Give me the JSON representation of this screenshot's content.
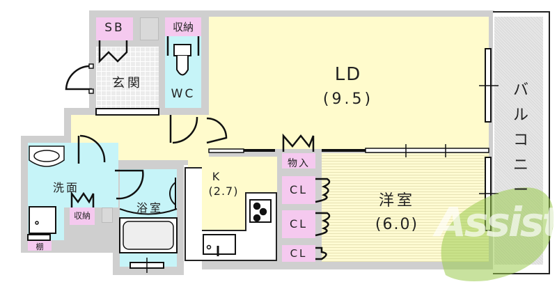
{
  "floorplan": {
    "rooms": {
      "ld": {
        "name": "LD",
        "size": "(9.5)"
      },
      "kitchen": {
        "name": "K",
        "size": "(2.7)"
      },
      "western_room": {
        "name": "洋室",
        "size": "(6.0)"
      },
      "entrance": {
        "name": "玄関"
      },
      "wc": {
        "name": "WC"
      },
      "washroom": {
        "name": "洗面"
      },
      "bathroom": {
        "name": "浴室"
      },
      "balcony": {
        "name": "バルコニー"
      }
    },
    "storage": {
      "sb": "SB",
      "wc_storage": "収納",
      "wash_storage": "収納",
      "shelf": "棚",
      "storeroom": "物入",
      "closets": [
        "CL",
        "CL",
        "CL"
      ]
    },
    "watermark": {
      "text": "Assist",
      "color": "#8dc63f",
      "accent": "#e8645a"
    },
    "colors": {
      "wall": "#cfcfcf",
      "living": "#fffbcc",
      "wet_area": "#c6f4f8",
      "storage": "#f5c9ef",
      "balcony": "#e6e6e6"
    }
  }
}
